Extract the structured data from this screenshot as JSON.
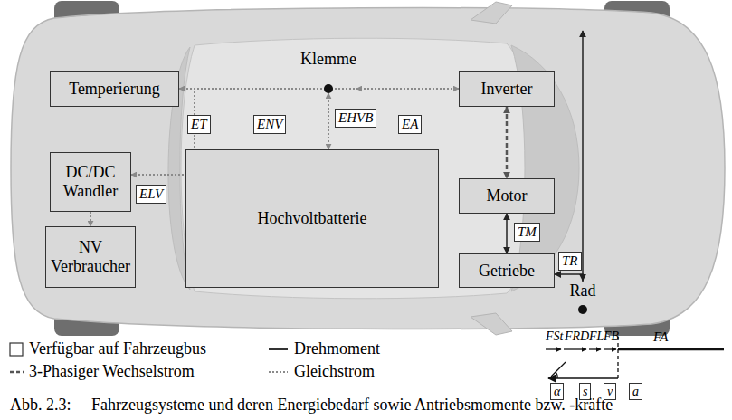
{
  "diagram": {
    "caption": "Abb. 2.3:     Fahrzeugsysteme und deren Energiebedarf sowie Antriebsmomente bzw. -kräfte",
    "nodes": [
      {
        "text": [
          "Temperierung"
        ]
      },
      {
        "text": [
          "Klemme"
        ]
      },
      {
        "text": [
          "Inverter"
        ]
      },
      {
        "text": [
          "DC/DC Wandler"
        ]
      },
      {
        "text": [
          "Hochvoltbatterie"
        ]
      },
      {
        "text": [
          "Motor"
        ]
      },
      {
        "text": [
          "NV Verbraucher"
        ]
      },
      {
        "text": [
          "Getriebe"
        ]
      },
      {
        "text": [
          "Rad"
        ]
      }
    ],
    "edges": [
      {
        "from": 1,
        "to": 0,
        "arrow": "to",
        "label": "ET"
      },
      {
        "from": 1,
        "to": 3,
        "arrow": "to",
        "label": "ELV"
      },
      {
        "from": 1,
        "to": 4,
        "arrow": "both",
        "label": "EHVB"
      },
      {
        "from": 1,
        "to": 2,
        "arrow": "both",
        "label": "EA"
      },
      {
        "from": 3,
        "to": 6,
        "arrow": "to"
      },
      {
        "from": 2,
        "to": 5,
        "arrow": "both"
      },
      {
        "from": 5,
        "to": 7,
        "arrow": "both",
        "label": "TM"
      },
      {
        "from": 8,
        "to": 7,
        "arrow": "to",
        "label": "TR"
      }
    ],
    "labels": [
      "ENV",
      "FSt",
      "FRD",
      "FL",
      "FB",
      "FA",
      "α",
      "s",
      "v",
      "a"
    ],
    "legend": [
      {
        "text": "Verfügbar auf Fahrzeugbus"
      },
      {
        "text": "Drehmoment"
      },
      {
        "text": "3-Phasiger Wechselstrom"
      },
      {
        "text": "Gleichstrom"
      }
    ]
  }
}
